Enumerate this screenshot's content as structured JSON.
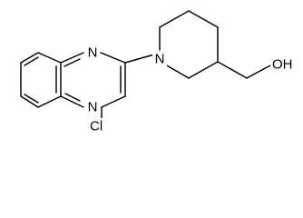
{
  "atoms": {
    "n1": "N",
    "n2": "N",
    "n3": "N",
    "cl": "Cl",
    "oh": "OH"
  }
}
